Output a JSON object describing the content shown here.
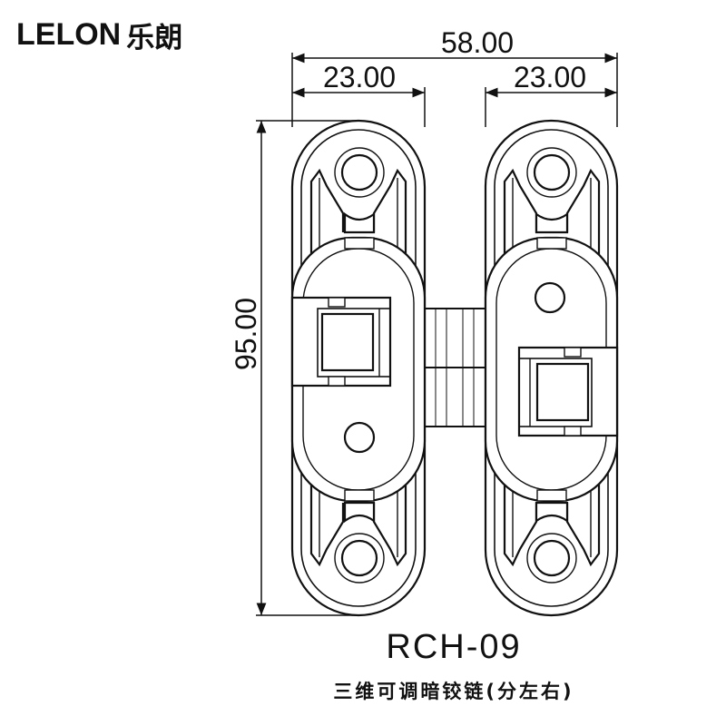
{
  "brand": {
    "logo_text": "LELON",
    "logo_chinese": "乐朗"
  },
  "dimensions": {
    "overall_width": "58.00",
    "left_leaf_width": "23.00",
    "right_leaf_width": "23.00",
    "height": "95.00"
  },
  "product": {
    "model": "RCH-09",
    "description": "三维可调暗铰链(分左右)"
  },
  "colors": {
    "line": "#111111",
    "background": "#ffffff"
  }
}
